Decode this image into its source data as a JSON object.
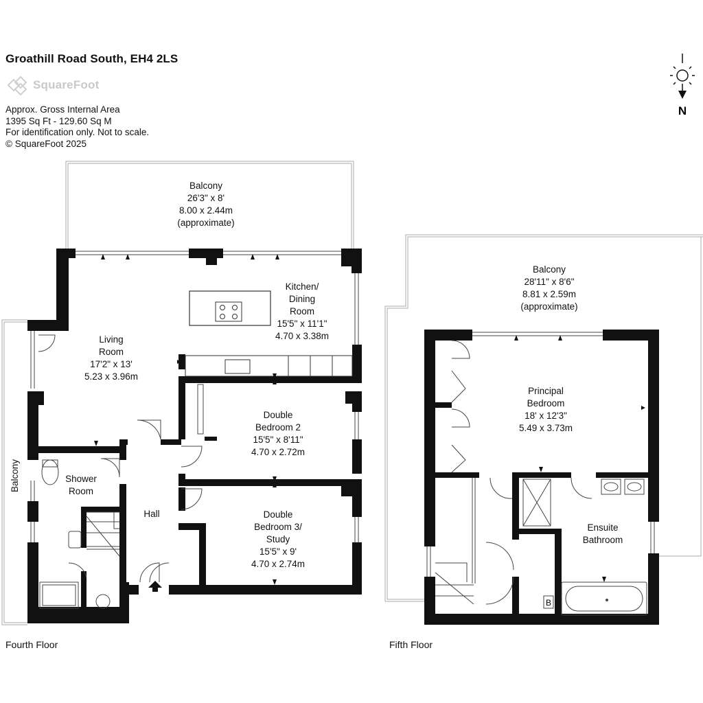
{
  "header": {
    "title": "Groathill Road South, EH4 2LS",
    "logo_text": "SquareFoot",
    "info_lines": [
      "Approx. Gross Internal Area",
      "1395 Sq Ft  -  129.60 Sq M",
      "For identification only. Not to scale.",
      "© SquareFoot 2025"
    ]
  },
  "compass": {
    "letter": "N",
    "icon": "compass-north-icon"
  },
  "fourth_floor": {
    "label": "Fourth Floor",
    "balcony_top": [
      "Balcony",
      "26'3\" x 8'",
      "8.00 x 2.44m",
      "(approximate)"
    ],
    "balcony_side": "Balcony",
    "kitchen": [
      "Kitchen/",
      "Dining",
      "Room",
      "15'5\" x 11'1\"",
      "4.70 x 3.38m"
    ],
    "living": [
      "Living",
      "Room",
      "17'2\" x 13'",
      "5.23 x 3.96m"
    ],
    "bedroom2": [
      "Double",
      "Bedroom 2",
      "15'5\" x 8'11\"",
      "4.70 x 2.72m"
    ],
    "bedroom3": [
      "Double",
      "Bedroom 3/",
      "Study",
      "15'5\" x 9'",
      "4.70 x 2.74m"
    ],
    "shower": [
      "Shower",
      "Room"
    ],
    "hall": "Hall"
  },
  "fifth_floor": {
    "label": "Fifth Floor",
    "balcony": [
      "Balcony",
      "28'11\" x 8'6\"",
      "8.81 x 2.59m",
      "(approximate)"
    ],
    "principal": [
      "Principal",
      "Bedroom",
      "18' x 12'3\"",
      "5.49 x 3.73m"
    ],
    "ensuite": [
      "Ensuite",
      "Bathroom"
    ],
    "boiler": "B"
  }
}
